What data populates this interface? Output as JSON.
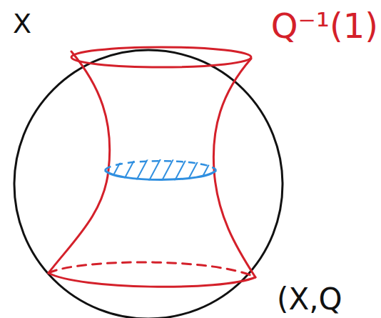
{
  "diagram": {
    "labels": [
      "X",
      "Q⁻¹(1)",
      "(X,Q"
    ]
  }
}
